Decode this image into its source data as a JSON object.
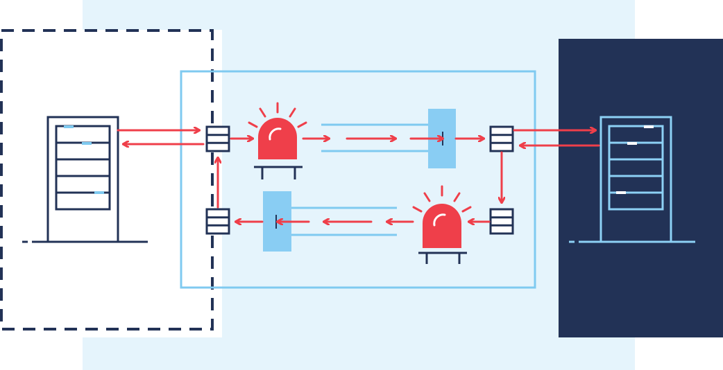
{
  "colors": {
    "background": "#ffffff",
    "zone_fill": "#e5f4fc",
    "frame_stroke": "#7fcaf0",
    "dark_navy": "#223256",
    "dashed_border": "#223256",
    "alert_red": "#ef3f4a",
    "filter_blue": "#89cdf3",
    "node_fill": "#ffffff",
    "right_server_stroke": "#8dd1f5",
    "slot_light": "#ffffff"
  },
  "icons": {
    "left_server": "server-rack-icon",
    "right_server": "server-rack-icon",
    "nodes": "queue-node-icon",
    "alarms": "siren-alarm-icon",
    "filters": "filter-gate-icon",
    "arrows": "arrow-icon"
  },
  "flow": {
    "top_path": [
      "left-server",
      "node-top-left",
      "alarm-top",
      "filter-top",
      "node-top-right",
      "right-server"
    ],
    "bottom_path": [
      "node-top-right",
      "node-bottom-right",
      "alarm-bottom",
      "filter-bottom",
      "node-bottom-left",
      "node-top-left"
    ]
  }
}
